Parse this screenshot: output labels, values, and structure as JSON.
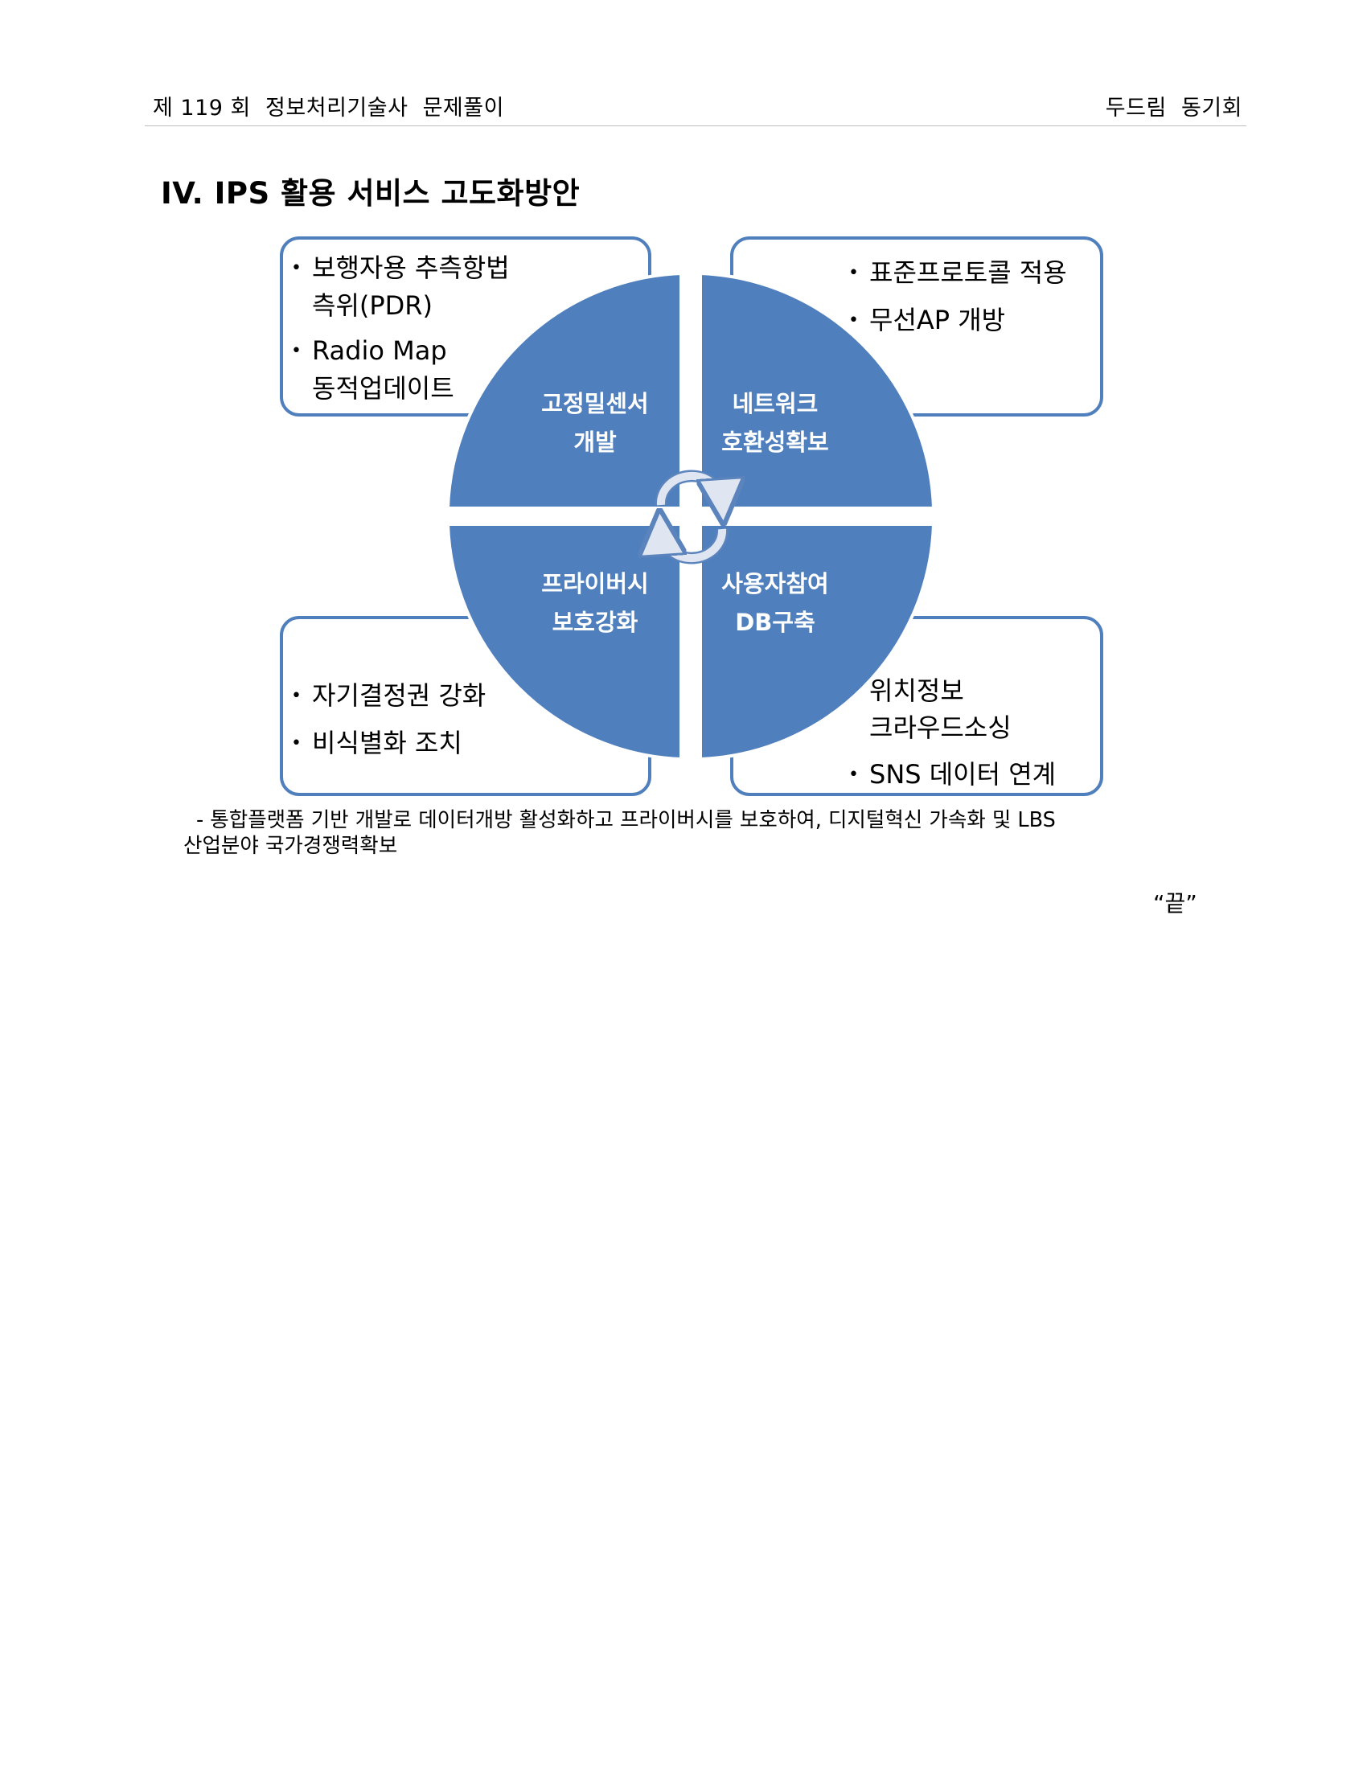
{
  "header": {
    "left": "제 119 회  정보처리기술사  문제풀이",
    "right": "두드림  동기회"
  },
  "section": {
    "title": "IV. IPS 활용 서비스 고도화방안"
  },
  "diagram": {
    "quadrants": {
      "top_left": {
        "line1": "고정밀센서",
        "line2": "개발"
      },
      "top_right": {
        "line1": "네트워크",
        "line2": "호환성확보"
      },
      "bottom_left": {
        "line1": "프라이버시",
        "line2": "보호강화"
      },
      "bottom_right": {
        "line1": "사용자참여",
        "line2": "DB구축"
      }
    },
    "boxes": {
      "top_left": {
        "item1_line1": "보행자용 추측항법",
        "item1_line2": "측위(PDR)",
        "item2_line1": "Radio Map",
        "item2_line2": "동적업데이트"
      },
      "top_right": {
        "item1": "표준프로토콜 적용",
        "item2": "무선AP 개방"
      },
      "bottom_left": {
        "item1": "자기결정권 강화",
        "item2": "비식별화 조치"
      },
      "bottom_right": {
        "item1_line1": "위치정보",
        "item1_line2": "크라우드소싱",
        "item2": "SNS 데이터 연계"
      }
    },
    "colors": {
      "fill": "#4f7fbc",
      "box_border": "#4f7fbc",
      "arrow": "#dfe6f2"
    }
  },
  "summary": {
    "line1": "- 통합플랫폼 기반 개발로 데이터개방 활성화하고 프라이버시를 보호하여, 디지털혁신 가속화 및 LBS",
    "line2": "산업분야 국가경쟁력확보"
  },
  "end_mark": "“끝”"
}
